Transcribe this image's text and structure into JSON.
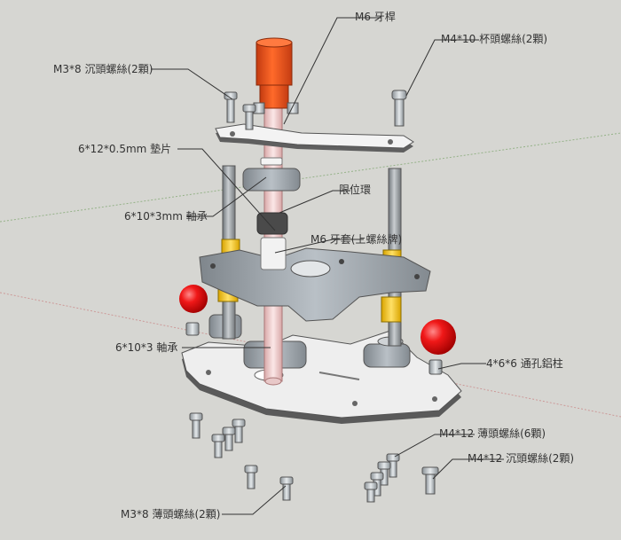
{
  "labels": {
    "m6_rod": "M6 牙桿",
    "m4x10_cap": "M4*10 杯頭螺絲(2顆)",
    "m3x8_csk": "M3*8 沉頭螺絲(2顆)",
    "washer": "6*12*0.5mm 墊片",
    "limit_ring": "限位環",
    "bearing_6x10x3mm": "6*10*3mm 軸承",
    "m6_nut": "M6 牙套(上螺絲牌)",
    "bearing_6x10x3": "6*10*3 軸承",
    "standoff": "4*6*6 通孔鋁柱",
    "m4x12_thin": "M4*12 薄頭螺絲(6顆)",
    "m4x12_csk": "M4*12 沉頭螺絲(2顆)",
    "m3x8_thin": "M3*8 薄頭螺絲(2顆)"
  },
  "colors": {
    "background": "#d6d6d2",
    "aluminum": "#8f9499",
    "plate_light": "#f0f0f0",
    "plate_dark": "#5a5a5a",
    "motor": "#e8501c",
    "spacer": "#f5c200",
    "ball": "#e01010",
    "rod": "#f1c9c9"
  }
}
